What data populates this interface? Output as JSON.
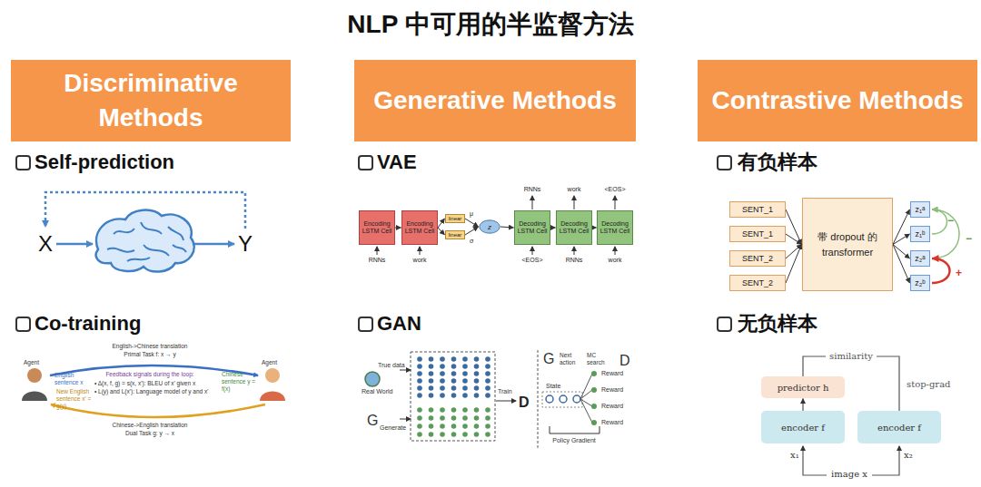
{
  "diagram": {
    "title": "NLP 中可用的半监督方法",
    "nodes": [
      {
        "text": [
          "Discriminative Methods"
        ]
      },
      {
        "text": [
          "Generative Methods"
        ]
      },
      {
        "text": [
          "Contrastive Methods"
        ]
      },
      {
        "text": [
          "Encoding LSTM Cell"
        ]
      },
      {
        "text": [
          "Encoding LSTM Cell"
        ]
      },
      {
        "text": [
          "linear"
        ]
      },
      {
        "text": [
          "linear"
        ]
      },
      {
        "text": [
          "z"
        ]
      },
      {
        "text": [
          "Decoding LSTM Cell"
        ]
      },
      {
        "text": [
          "Decoding LSTM Cell"
        ]
      },
      {
        "text": [
          "Decoding LSTM Cell"
        ]
      },
      {
        "text": [
          "SENT_1"
        ]
      },
      {
        "text": [
          "SENT_1"
        ]
      },
      {
        "text": [
          "SENT_2"
        ]
      },
      {
        "text": [
          "SENT_2"
        ]
      },
      {
        "text": [
          "带 dropout 的 transformer"
        ]
      },
      {
        "text": [
          "z₁ᵃ"
        ]
      },
      {
        "text": [
          "z₁ᵇ"
        ]
      },
      {
        "text": [
          "z₂ᵃ"
        ]
      },
      {
        "text": [
          "z₂ᵇ"
        ]
      },
      {
        "text": [
          "predictor h"
        ]
      },
      {
        "text": [
          "encoder f"
        ]
      },
      {
        "text": [
          "encoder f"
        ]
      }
    ],
    "edges": [
      {
        "from": 3,
        "to": 4,
        "arrow": "to"
      },
      {
        "from": 4,
        "to": 5,
        "arrow": "to"
      },
      {
        "from": 4,
        "to": 6,
        "arrow": "to"
      },
      {
        "from": 5,
        "to": 7,
        "arrow": "to"
      },
      {
        "from": 6,
        "to": 7,
        "arrow": "to"
      },
      {
        "from": 7,
        "to": 8,
        "arrow": "to"
      },
      {
        "from": 8,
        "to": 9,
        "arrow": "to"
      },
      {
        "from": 9,
        "to": 10,
        "arrow": "to"
      },
      {
        "from": 11,
        "to": 15,
        "arrow": "to"
      },
      {
        "from": 12,
        "to": 15,
        "arrow": "to"
      },
      {
        "from": 13,
        "to": 15,
        "arrow": "to"
      },
      {
        "from": 14,
        "to": 15,
        "arrow": "to"
      },
      {
        "from": 15,
        "to": 16,
        "arrow": "to"
      },
      {
        "from": 15,
        "to": 17,
        "arrow": "to"
      },
      {
        "from": 15,
        "to": 18,
        "arrow": "to"
      },
      {
        "from": 15,
        "to": 19,
        "arrow": "to"
      },
      {
        "from": 17,
        "to": 16,
        "arrow": "to"
      },
      {
        "from": 18,
        "to": 16,
        "arrow": "to"
      },
      {
        "from": 19,
        "to": 18,
        "arrow": "to"
      },
      {
        "from": 21,
        "to": 20,
        "arrow": "to"
      },
      {
        "from": 20,
        "to": 22,
        "label": "similarity",
        "arrow": "none"
      }
    ],
    "labels": [
      "Self-prediction",
      "X",
      "Y",
      "Co-training",
      "English->Chinese translation",
      "Primal Task f: x → y",
      "Agent",
      "Agent",
      "English sentence x",
      "New English sentence x' = g(y)",
      "Feedback signals during the loop:",
      "• Δ(x, f, g) = s(x, x'): BLEU of x' given x",
      "• L(y) and L(x'): Language model of y and x'",
      "Chinese sentence y = f(x)",
      "Chinese->English translation",
      "Dual Task g: y → x",
      "VAE",
      "RNNs",
      "work",
      "μ",
      "σ",
      "RNNs",
      "work",
      "<EOS>",
      "<EOS>",
      "RNNs",
      "work",
      "GAN",
      "True data",
      "Real World",
      "G",
      "Generate",
      "Train",
      "D",
      "G",
      "Next action",
      "MC search",
      "D",
      "State",
      "Reward",
      "Reward",
      "Reward",
      "Reward",
      "Policy Gradient",
      "有负样本",
      "−",
      "−",
      "+",
      "无负样本",
      "stop-grad",
      "x₁",
      "x₂",
      "image x"
    ]
  }
}
